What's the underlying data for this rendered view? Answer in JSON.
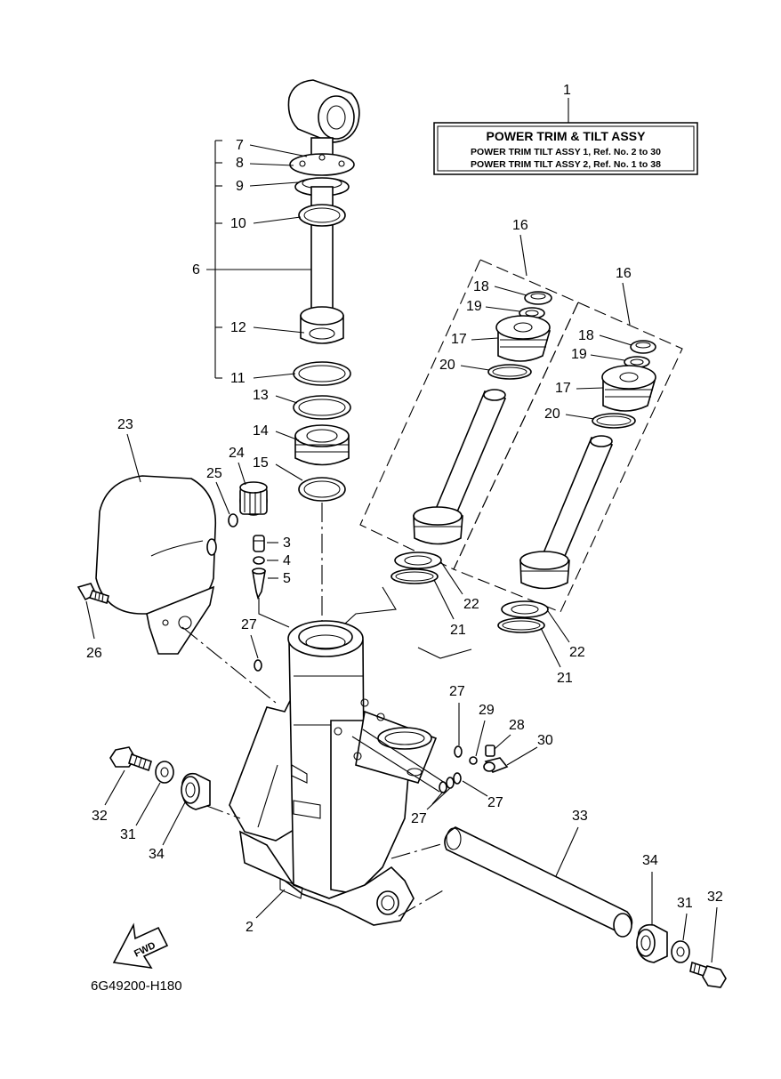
{
  "title_box": {
    "ref": "1",
    "title": "POWER TRIM & TILT ASSY",
    "line1": "POWER TRIM TILT ASSY 1,  Ref. No. 2 to 30",
    "line2": "POWER TRIM TILT ASSY 2,  Ref. No. 1 to 38"
  },
  "labels": {
    "n2": "2",
    "n3": "3",
    "n4": "4",
    "n5": "5",
    "n6": "6",
    "n7": "7",
    "n8": "8",
    "n9": "9",
    "n10": "10",
    "n11": "11",
    "n12": "12",
    "n13": "13",
    "n14": "14",
    "n15": "15",
    "n16a": "16",
    "n16b": "16",
    "n17a": "17",
    "n17b": "17",
    "n18a": "18",
    "n18b": "18",
    "n19a": "19",
    "n19b": "19",
    "n20a": "20",
    "n20b": "20",
    "n21a": "21",
    "n21b": "21",
    "n22a": "22",
    "n22b": "22",
    "n23": "23",
    "n24": "24",
    "n25": "25",
    "n26": "26",
    "n27a": "27",
    "n27b": "27",
    "n27c": "27",
    "n27d": "27",
    "n28": "28",
    "n29": "29",
    "n30": "30",
    "n31a": "31",
    "n31b": "31",
    "n32a": "32",
    "n32b": "32",
    "n33": "33",
    "n34a": "34",
    "n34b": "34"
  },
  "fwd_label": "FWD",
  "diagram_code": "6G49200-H180"
}
